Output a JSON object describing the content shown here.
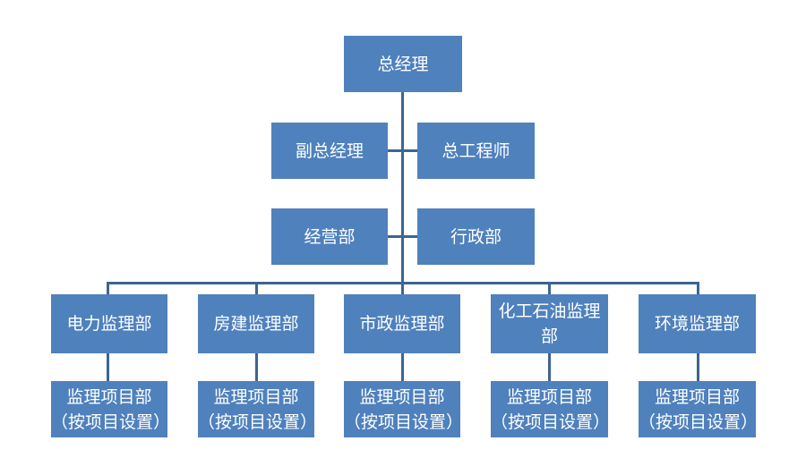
{
  "chart": {
    "top": "总经理",
    "deputies": [
      "副总经理",
      "总工程师"
    ],
    "departments": [
      "经营部",
      "行政部"
    ],
    "branches": [
      {
        "label": "电力监理部",
        "child_line1": "监理项目部",
        "child_line2": "（按项目设置）"
      },
      {
        "label": "房建监理部",
        "child_line1": "监理项目部",
        "child_line2": "（按项目设置）"
      },
      {
        "label": "市政监理部",
        "child_line1": "监理项目部",
        "child_line2": "（按项目设置）"
      },
      {
        "label": "化工石油监理部",
        "child_line1": "监理项目部",
        "child_line2": "（按项目设置）"
      },
      {
        "label": "环境监理部",
        "child_line1": "监理项目部",
        "child_line2": "（按项目设置）"
      }
    ]
  },
  "colors": {
    "box_fill": "#4f81bd",
    "line": "#3b6592",
    "text": "#ffffff"
  }
}
